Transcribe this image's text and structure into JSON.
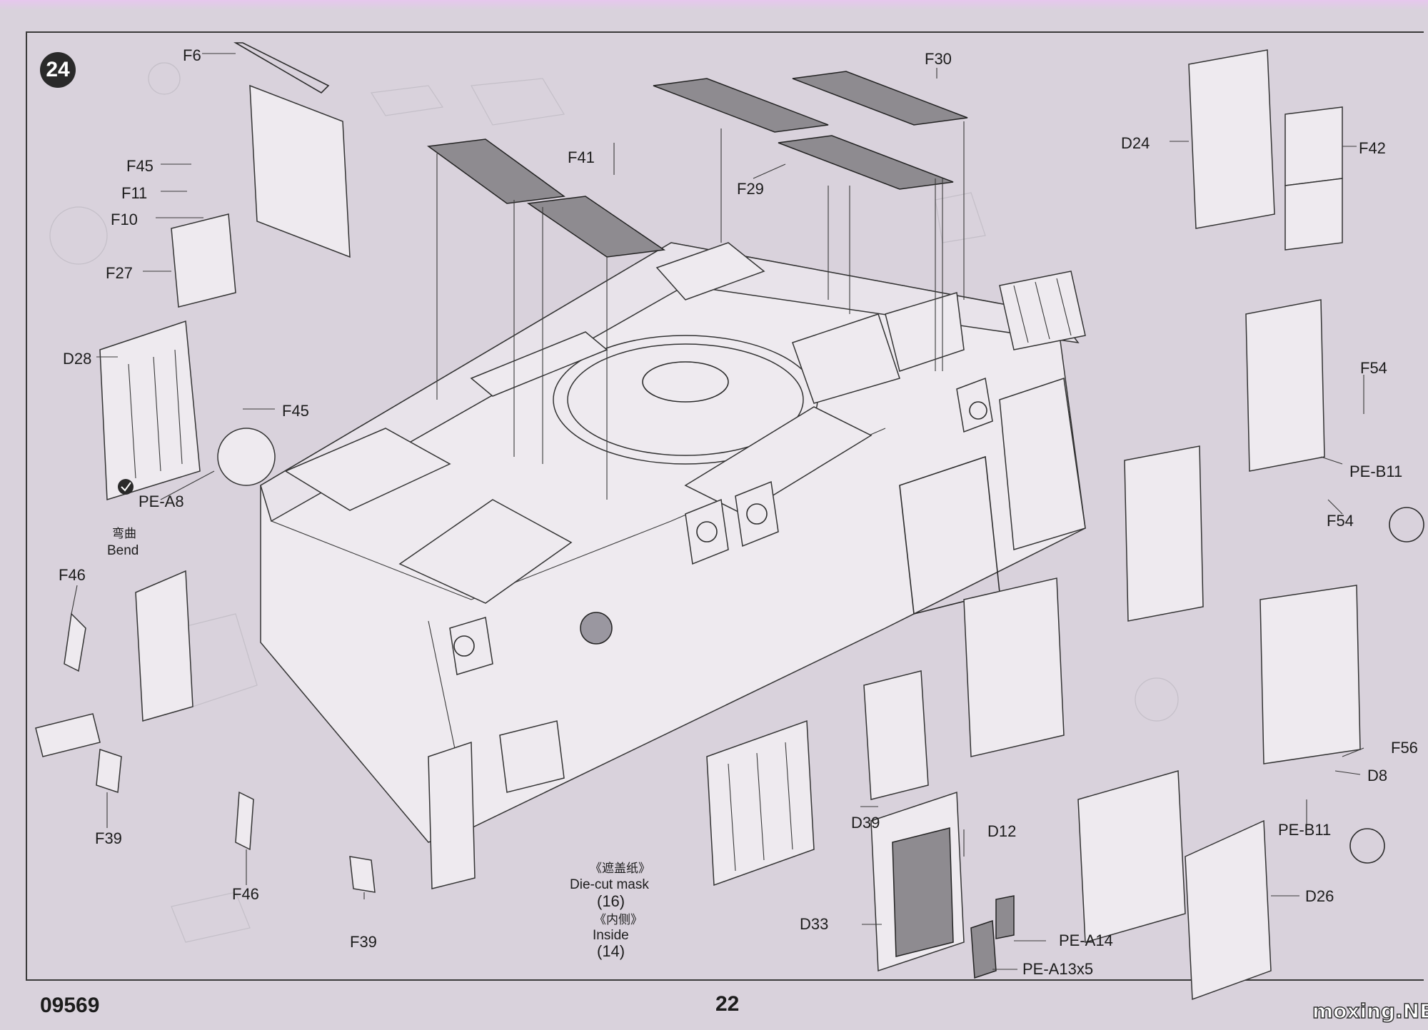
{
  "step_number": "24",
  "footer": {
    "kit_code": "09569",
    "page_number": "22",
    "watermark": "moxing.NET"
  },
  "labels": {
    "F6": "F6",
    "F45a": "F45",
    "F11": "F11",
    "F10": "F10",
    "F27": "F27",
    "D28": "D28",
    "F45b": "F45",
    "PEA8": "PE-A8",
    "bend_cn": "弯曲",
    "bend_en": "Bend",
    "F46a": "F46",
    "F39a": "F39",
    "F46b": "F46",
    "F39b": "F39",
    "F41": "F41",
    "F29": "F29",
    "F30": "F30",
    "D24": "D24",
    "F42": "F42",
    "F54a": "F54",
    "PEB11a": "PE-B11",
    "F54b": "F54",
    "F56": "F56",
    "D8": "D8",
    "PEB11b": "PE-B11",
    "D26": "D26",
    "D39": "D39",
    "D12": "D12",
    "D33": "D33",
    "PEA14": "PE-A14",
    "PEA13": "PE-A13x5",
    "mask_cn": "《遮盖纸》",
    "mask_en": "Die-cut mask",
    "mask_num": "(16)",
    "inside_cn": "《内侧》",
    "inside_en": "Inside",
    "inside_num": "(14)"
  },
  "colors": {
    "background": "#d9d2dc",
    "line": "#2b2b2b",
    "badge": "#2a2a2a"
  }
}
